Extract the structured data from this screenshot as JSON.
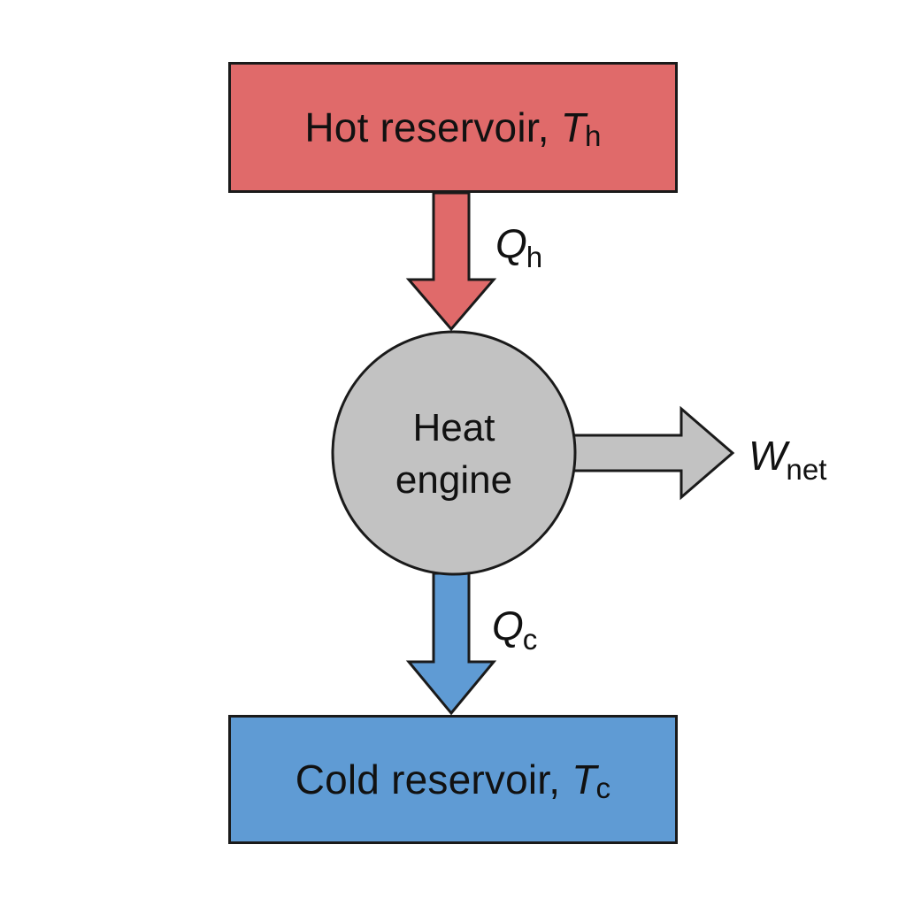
{
  "hot_reservoir": {
    "text": "Hot reservoir, ",
    "symbol": "T",
    "subscript": "h",
    "color": "#e06a6a"
  },
  "cold_reservoir": {
    "text": "Cold reservoir, ",
    "symbol": "T",
    "subscript": "c",
    "color": "#5f9bd4"
  },
  "engine": {
    "line1": "Heat",
    "line2": "engine",
    "color": "#c2c2c2"
  },
  "flows": {
    "heat_in": {
      "symbol": "Q",
      "subscript": "h",
      "color": "#e06a6a"
    },
    "heat_out": {
      "symbol": "Q",
      "subscript": "c",
      "color": "#5f9bd4"
    },
    "work": {
      "symbol": "W",
      "subscript": "net",
      "color": "#c2c2c2"
    }
  },
  "stroke_color": "#1a1a1a"
}
